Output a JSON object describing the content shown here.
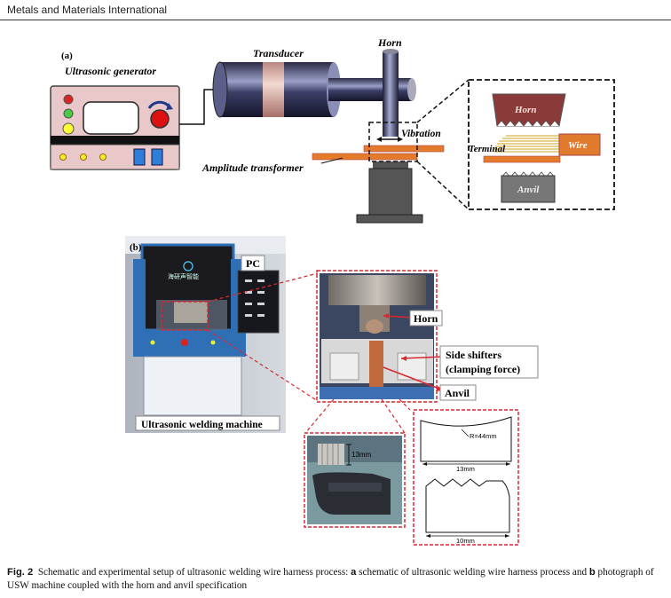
{
  "header": {
    "journal": "Metals and Materials International"
  },
  "figure": {
    "panel_a": {
      "label": "(a)",
      "ultrasonic_generator": "Ultrasonic generator",
      "transducer": "Transducer",
      "horn": "Horn",
      "vibration": "Vibration",
      "amplitude_transformer": "Amplitude transformer",
      "detail": {
        "horn": "Horn",
        "terminal": "Terminal",
        "wire": "Wire",
        "anvil": "Anvil"
      }
    },
    "panel_b": {
      "label": "(b)",
      "pc": "PC",
      "machine_label": "Ultrasonic welding machine",
      "screen_text": "海研声智能",
      "callouts": {
        "horn": "Horn",
        "side_shifters_1": "Side shifters",
        "side_shifters_2": "(clamping force)",
        "anvil": "Anvil"
      },
      "dimensions": {
        "radius": "R=44mm",
        "photo_height": "13mm",
        "top_width": "13mm",
        "bottom_width": "10mm"
      }
    }
  },
  "caption": {
    "fig_label": "Fig. 2",
    "text_1": "Schematic and experimental setup of ultrasonic welding wire harness process: ",
    "a": "a",
    "text_2": " schematic of ultrasonic welding wire harness process and ",
    "b": "b",
    "text_3": " photograph of USW machine coupled with the horn and anvil specification"
  },
  "colors": {
    "accent_red": "#d9282f",
    "orange": "#e07b2d",
    "horn_brown": "#8b3a3a",
    "machine_blue": "#2f6fb5"
  }
}
